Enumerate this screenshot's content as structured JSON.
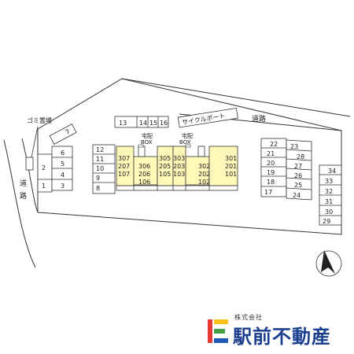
{
  "colors": {
    "line": "#333333",
    "building_fill": "#fff8b8",
    "building_stroke": "#333333",
    "background": "#ffffff",
    "logo_red": "#e53935",
    "logo_green": "#43a047",
    "logo_blue": "#1e5bb8",
    "logo_yellow": "#f9c31a",
    "company_text": "#1b3f8f"
  },
  "labels": {
    "garbage": "ゴミ置場",
    "road_left_1": "道",
    "road_left_2": "路",
    "road_top": "道路",
    "cycle_port": "サイクルポート",
    "delivery_box_1_a": "宅配",
    "delivery_box_1_b": "BOX",
    "delivery_box_2_a": "宅配",
    "delivery_box_2_b": "BOX"
  },
  "parking": {
    "left": [
      "1",
      "2",
      "3",
      "4",
      "5",
      "6"
    ],
    "left_small": "7",
    "middle": [
      "8",
      "9",
      "10",
      "11",
      "12"
    ],
    "top": [
      "13",
      "14",
      "15",
      "16"
    ],
    "right_a": [
      "17",
      "18",
      "19",
      "20",
      "21",
      "22"
    ],
    "right_b": [
      "23",
      "24",
      "25",
      "26",
      "27",
      "28"
    ],
    "right_c": [
      "29",
      "30",
      "31",
      "32",
      "33",
      "34"
    ]
  },
  "units": {
    "col1": [
      "307",
      "207",
      "107"
    ],
    "col2": [
      "306",
      "206",
      "106"
    ],
    "col3": [
      "305",
      "205",
      "105"
    ],
    "col4": [
      "303",
      "203",
      "103"
    ],
    "col5": [
      "302",
      "202",
      "102"
    ],
    "col6": [
      "301",
      "201",
      "101"
    ]
  },
  "compass": "north-arrow-icon",
  "company": {
    "small": "株式会社",
    "name": "駅前不動産",
    "logo_letter": "E"
  }
}
